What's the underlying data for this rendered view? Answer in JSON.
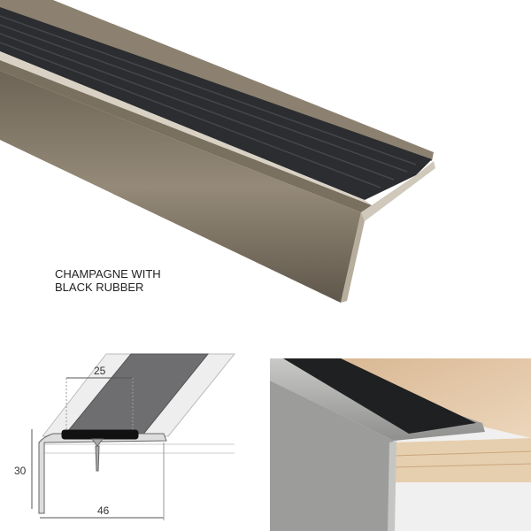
{
  "product_caption": {
    "line1": "CHAMPAGNE WITH",
    "line2": "BLACK RUBBER"
  },
  "diagram": {
    "dimension_tread": "25",
    "dimension_height": "30",
    "dimension_width": "46"
  },
  "colors": {
    "champagne": "#8a7e6c",
    "rubber": "#2b2d30",
    "aluminium": "#a9aaa8",
    "wood": "#e2c6a4"
  }
}
